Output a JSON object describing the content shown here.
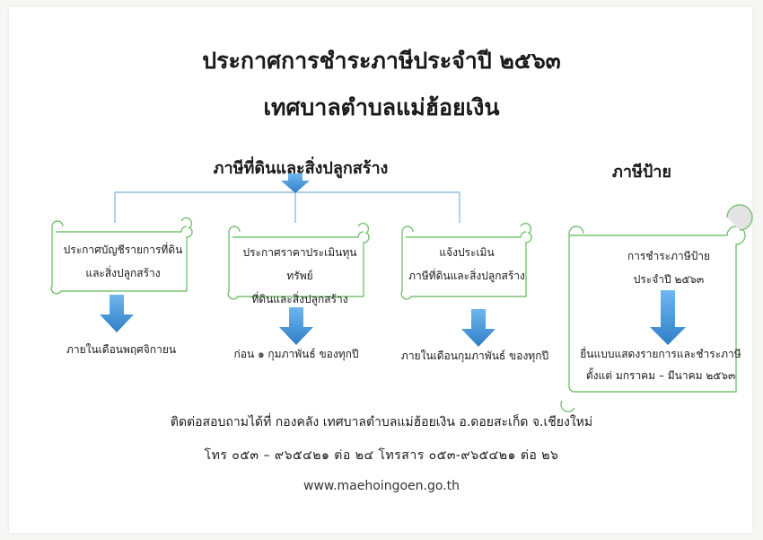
{
  "header": {
    "title": "ประกาศการชำระภาษีประจำปี ๒๕๖๓",
    "municipality": "เทศบาลตำบลแม่ฮ้อยเงิน"
  },
  "sections": {
    "land_tax": {
      "heading": "ภาษีที่ดินและสิ่งปลูกสร้าง",
      "steps": [
        {
          "line1": "ประกาศบัญชีรายการที่ดิน",
          "line2": "และสิ่งปลูกสร้าง",
          "when": "ภายในเดือนพฤศจิกายน"
        },
        {
          "line1": "ประกาศราคาประเมินทุนทรัพย์",
          "line2": "ที่ดินและสิ่งปลูกสร้าง",
          "when": "ก่อน  ๑  กุมภาพันธ์  ของทุกปี"
        },
        {
          "line1": "แจ้งประเมิน",
          "line2": "ภาษีที่ดินและสิ่งปลูกสร้าง",
          "when": "ภายในเดือนกุมภาพันธ์  ของทุกปี"
        }
      ]
    },
    "sign_tax": {
      "heading": "ภาษีป้าย",
      "line1": "การชำระภาษีป้าย",
      "line2": "ประจำปี ๒๕๖๓",
      "line3": "ยื่นแบบแสดงรายการและชำระภาษี",
      "line4": "ตั้งแต่  มกราคม – มีนาคม  ๒๕๖๓"
    }
  },
  "contact": {
    "line1": "ติดต่อสอบถามได้ที่  กองคลัง  เทศบาลตำบลแม่ฮ้อยเงิน  อ.ดอยสะเก็ด  จ.เชียงใหม่",
    "line2": "โทร  ๐๕๓ – ๙๖๕๔๒๑  ต่อ  ๒๔  โทรสาร  ๐๕๓-๙๖๕๔๒๑  ต่อ  ๒๖",
    "website": "www.maehoingoen.go.th"
  },
  "colors": {
    "scroll_border": "#78c373",
    "arrow": "#3f8fd2",
    "connector": "#7fb2d8"
  }
}
